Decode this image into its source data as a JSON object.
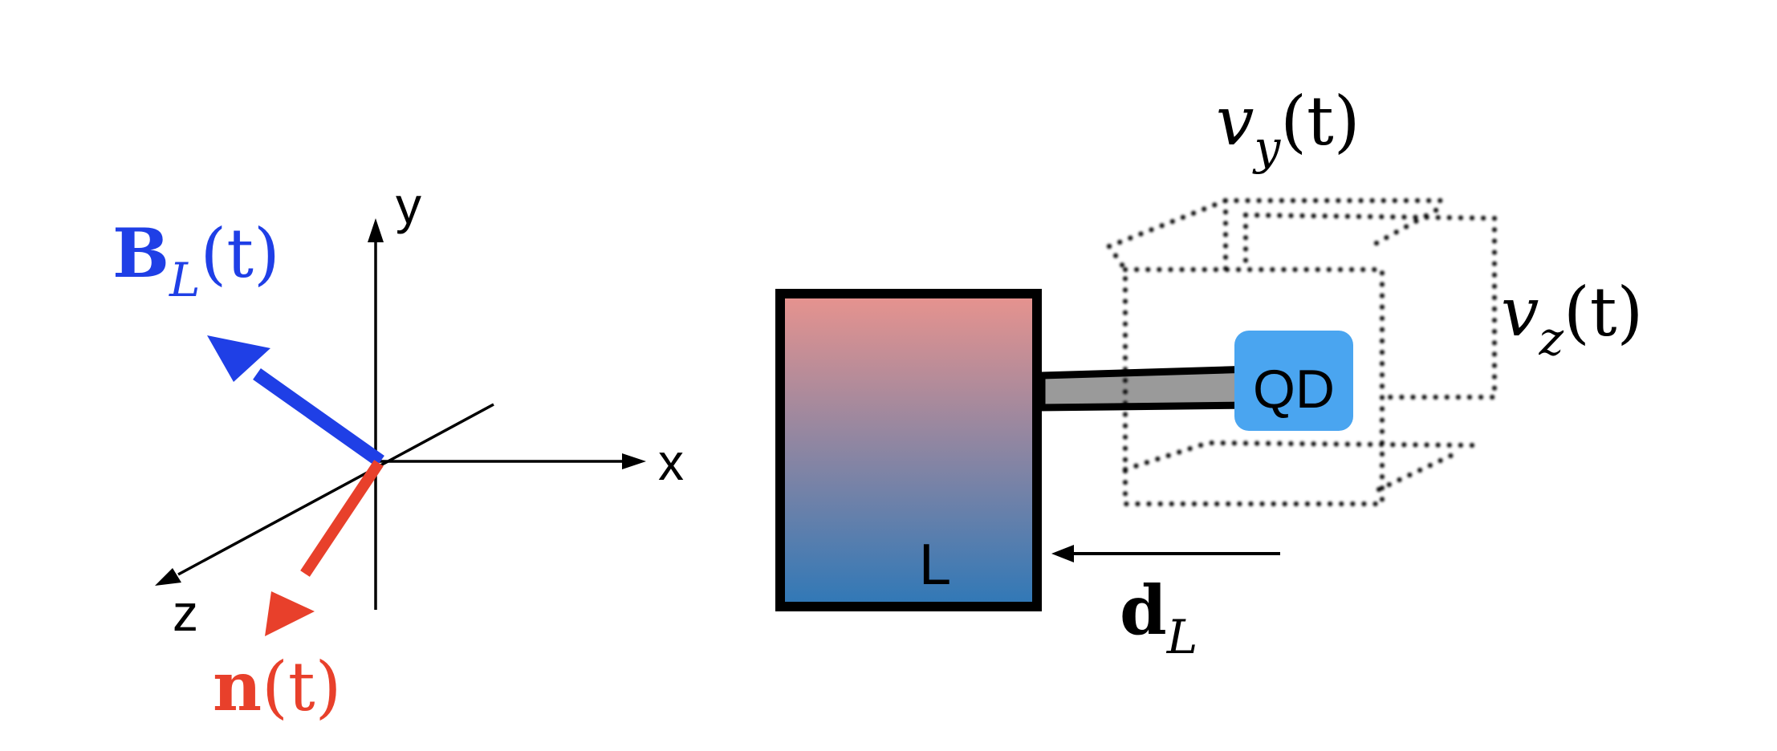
{
  "axes": {
    "x_label": "x",
    "y_label": "y",
    "z_label": "z"
  },
  "vectors": {
    "field": {
      "symbol": "B",
      "subscript": "L",
      "argument": "(t)",
      "color": "#1f3fe6"
    },
    "normal": {
      "symbol": "n",
      "argument": "(t)",
      "color": "#e8402b"
    }
  },
  "lead": {
    "label": "L",
    "gradient_top": "#e8938e",
    "gradient_bottom": "#2f78b7",
    "border_color": "#000000"
  },
  "dot": {
    "label": "QD",
    "color": "#4aa5f0"
  },
  "wire": {
    "color": "#9a9a9a"
  },
  "displacement": {
    "symbol": "d",
    "subscript": "L"
  },
  "velocities": {
    "vy": {
      "symbol": "v",
      "subscript": "y",
      "argument": "(t)"
    },
    "vz": {
      "symbol": "v",
      "subscript": "z",
      "argument": "(t)"
    }
  }
}
